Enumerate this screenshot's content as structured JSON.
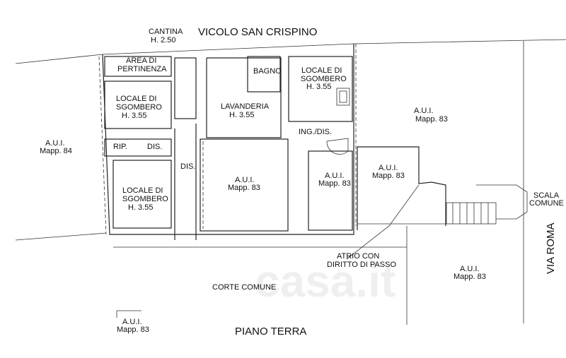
{
  "title": "PIANO TERRA",
  "street_top": "VICOLO SAN CRISPINO",
  "street_right": "VIA ROMA",
  "cantina": {
    "name": "CANTINA",
    "height": "H. 2.50"
  },
  "area_pertinenza": {
    "line1": "AREA DI",
    "line2": "PERTINENZA"
  },
  "bagno": "BAGNO",
  "locale_top_right": {
    "line1": "LOCALE DI",
    "line2": "SGOMBERO",
    "height": "H. 3.55"
  },
  "locale_top_left": {
    "line1": "LOCALE DI",
    "line2": "SGOMBERO",
    "height": "H. 3.55"
  },
  "locale_bottom_left": {
    "line1": "LOCALE DI",
    "line2": "SGOMBERO",
    "height": "H. 3.55"
  },
  "lavanderia": {
    "name": "LAVANDERIA",
    "height": "H. 3.55"
  },
  "rip": "RIP.",
  "dis_left": "DIS.",
  "dis_center": "DIS.",
  "ing_dis": "ING./DIS.",
  "aui_84": {
    "line1": "A.U.I.",
    "line2": "Mapp. 84"
  },
  "aui_top_right": {
    "line1": "A.U.I.",
    "line2": "Mapp. 83"
  },
  "aui_center": {
    "line1": "A.U.I.",
    "line2": "Mapp. 83"
  },
  "aui_small": {
    "line1": "A.U.I.",
    "line2": "Mapp. 83"
  },
  "aui_mid_right": {
    "line1": "A.U.I.",
    "line2": "Mapp. 83"
  },
  "aui_bottom_right": {
    "line1": "A.U.I.",
    "line2": "Mapp. 83"
  },
  "aui_bottom_left": {
    "line1": "A.U.I.",
    "line2": "Mapp. 83"
  },
  "scala_comune": {
    "line1": "SCALA",
    "line2": "COMUNE"
  },
  "atrio": {
    "line1": "ATRIO CON",
    "line2": "DIRITTO DI PASSO"
  },
  "corte_comune": "CORTE COMUNE",
  "watermark": "casa.it"
}
